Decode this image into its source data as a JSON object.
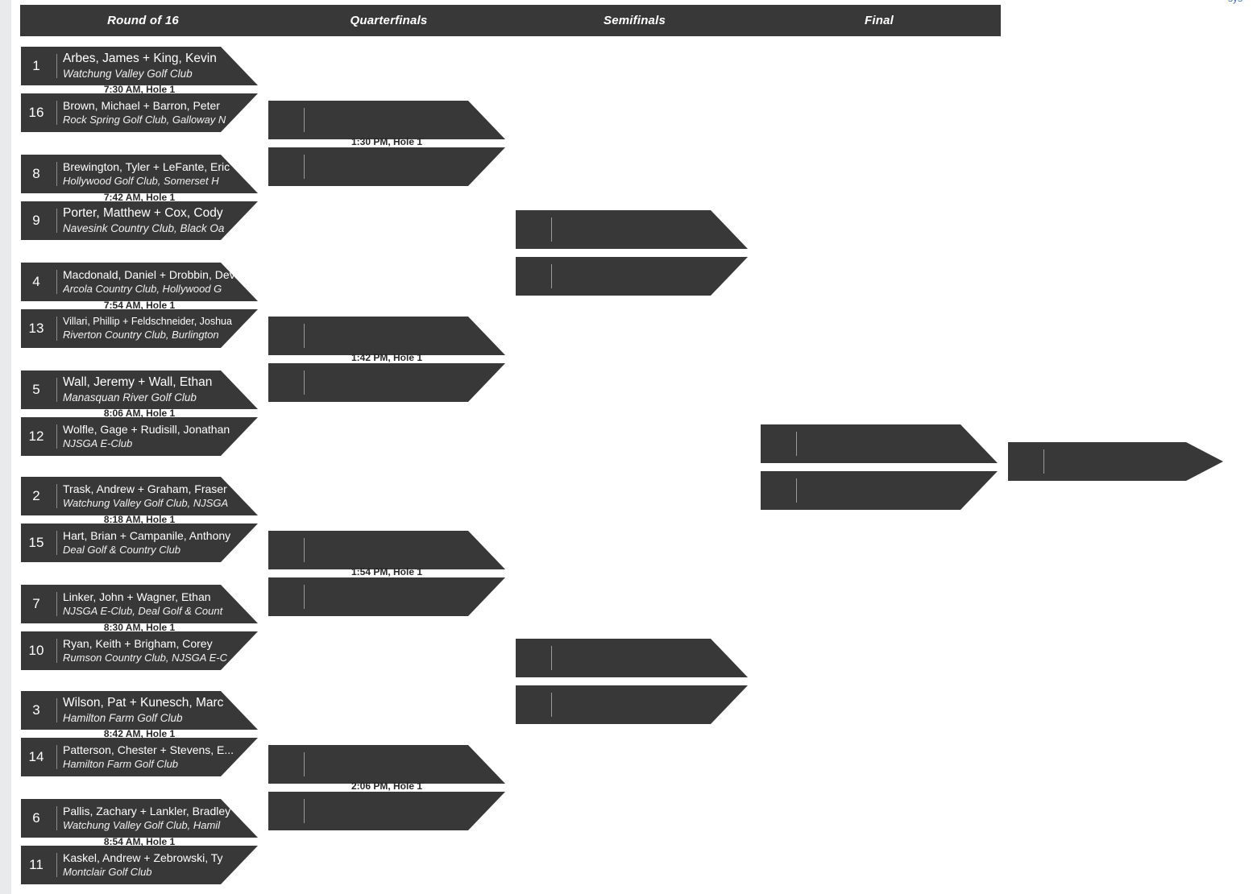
{
  "header": {
    "rounds": [
      {
        "label": "Round of 16"
      },
      {
        "label": "Quarterfinals"
      },
      {
        "label": "Semifinals"
      },
      {
        "label": "Final"
      }
    ]
  },
  "colors": {
    "card_background": "#383838",
    "page_background": "#ffffff",
    "gutter": "#e8eaec",
    "card_text": "#ffffff",
    "time_text": "#262626",
    "divider": "#8d8d8d",
    "link_blue": "#3c6fbe"
  },
  "top_clip": {
    "text": "sys"
  },
  "round_of_16": {
    "entries": [
      {
        "seed": "1",
        "players": "Arbes, James + King, Kevin",
        "club": "Watchung Valley Golf Club"
      },
      {
        "seed": "16",
        "players": "Brown, Michael + Barron, Peter",
        "club": "Rock Spring Golf Club, Galloway N"
      },
      {
        "seed": "8",
        "players": "Brewington, Tyler + LeFante, Eric",
        "club": "Hollywood Golf Club, Somerset H"
      },
      {
        "seed": "9",
        "players": "Porter, Matthew + Cox, Cody",
        "club": "Navesink Country Club, Black Oa"
      },
      {
        "seed": "4",
        "players": "Macdonald, Daniel + Drobbin, Devin",
        "club": "Arcola Country Club, Hollywood G"
      },
      {
        "seed": "13",
        "players": "Villari, Phillip + Feldschneider, Joshua",
        "club": "Riverton Country Club, Burlington"
      },
      {
        "seed": "5",
        "players": "Wall, Jeremy + Wall, Ethan",
        "club": "Manasquan River Golf Club"
      },
      {
        "seed": "12",
        "players": "Wolfle, Gage + Rudisill, Jonathan",
        "club": "NJSGA E-Club"
      },
      {
        "seed": "2",
        "players": "Trask, Andrew + Graham, Fraser",
        "club": "Watchung Valley Golf Club, NJSGA"
      },
      {
        "seed": "15",
        "players": "Hart, Brian + Campanile, Anthony",
        "club": "Deal Golf & Country Club"
      },
      {
        "seed": "7",
        "players": "Linker, John + Wagner, Ethan",
        "club": "NJSGA E-Club, Deal Golf & Count"
      },
      {
        "seed": "10",
        "players": "Ryan, Keith + Brigham, Corey",
        "club": "Rumson Country Club, NJSGA E-C"
      },
      {
        "seed": "3",
        "players": "Wilson, Pat + Kunesch, Marc",
        "club": "Hamilton Farm Golf Club"
      },
      {
        "seed": "14",
        "players": "Patterson, Chester + Stevens, E...",
        "club": "Hamilton Farm Golf Club"
      },
      {
        "seed": "6",
        "players": "Pallis, Zachary + Lankler, Bradley",
        "club": "Watchung Valley Golf Club, Hamil"
      },
      {
        "seed": "11",
        "players": "Kaskel, Andrew + Zebrowski, Ty",
        "club": "Montclair Golf Club"
      }
    ],
    "match_times": [
      "7:30 AM, Hole 1",
      "7:42 AM, Hole 1",
      "7:54 AM, Hole 1",
      "8:06 AM, Hole 1",
      "8:18 AM, Hole 1",
      "8:30 AM, Hole 1",
      "8:42 AM, Hole 1",
      "8:54 AM, Hole 1"
    ]
  },
  "quarterfinals": {
    "entries": [
      {
        "seed": "",
        "players": "",
        "club": ""
      },
      {
        "seed": "",
        "players": "",
        "club": ""
      },
      {
        "seed": "",
        "players": "",
        "club": ""
      },
      {
        "seed": "",
        "players": "",
        "club": ""
      },
      {
        "seed": "",
        "players": "",
        "club": ""
      },
      {
        "seed": "",
        "players": "",
        "club": ""
      },
      {
        "seed": "",
        "players": "",
        "club": ""
      },
      {
        "seed": "",
        "players": "",
        "club": ""
      }
    ],
    "match_times": [
      "1:30 PM, Hole 1",
      "1:42 PM, Hole 1",
      "1:54 PM, Hole 1",
      "2:06 PM, Hole 1"
    ]
  },
  "semifinals": {
    "entries": [
      {
        "seed": "",
        "players": "",
        "club": ""
      },
      {
        "seed": "",
        "players": "",
        "club": ""
      },
      {
        "seed": "",
        "players": "",
        "club": ""
      },
      {
        "seed": "",
        "players": "",
        "club": ""
      }
    ],
    "match_times": []
  },
  "final": {
    "entries": [
      {
        "seed": "",
        "players": "",
        "club": ""
      },
      {
        "seed": "",
        "players": "",
        "club": ""
      }
    ],
    "match_times": []
  },
  "champion": {
    "entry": {
      "seed": "",
      "players": "",
      "club": ""
    }
  }
}
